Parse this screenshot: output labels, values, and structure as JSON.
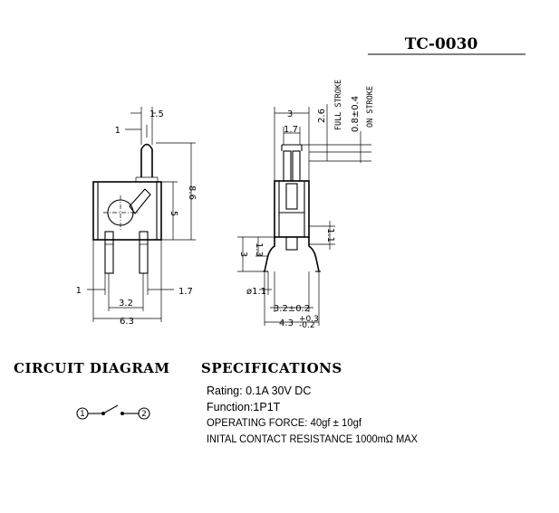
{
  "title": "TC-0030",
  "front_view": {
    "dim_top": "1.5",
    "dim_tip": "1",
    "dim_height": "8.6",
    "dim_body": "5",
    "dim_left": "1",
    "dim_pitch": "3.2",
    "dim_right": "1.7",
    "dim_width": "6.3"
  },
  "side_view": {
    "dim_top": "3",
    "dim_plunger": "1.7",
    "dim_stroke_full": "2.6",
    "label_full_stroke": "FULL STROKE",
    "dim_stroke_on": "0.8±0.4",
    "label_on_stroke": "ON STROKE",
    "dim_lead_height": "3",
    "dim_lead_inner": "1.3",
    "dim_lead_bend": "1.1",
    "dim_lead_dia": "ø1.1",
    "dim_pitch": "3.2±0.2",
    "dim_width": "4.3",
    "dim_width_tol_upper": "+0.3",
    "dim_width_tol_lower": "-0.2"
  },
  "circuit": {
    "heading": "CIRCUIT  DIAGRAM",
    "node_1": "1",
    "node_2": "2"
  },
  "specifications": {
    "heading": "SPECIFICATIONS",
    "rating": "Rating: 0.1A 30V DC",
    "function": "Function:1P1T",
    "operating_force": "OPERATING FORCE: 40gf ± 10gf",
    "contact_resistance": "INITAL CONTACT  RESISTANCE 1000mΩ MAX"
  }
}
